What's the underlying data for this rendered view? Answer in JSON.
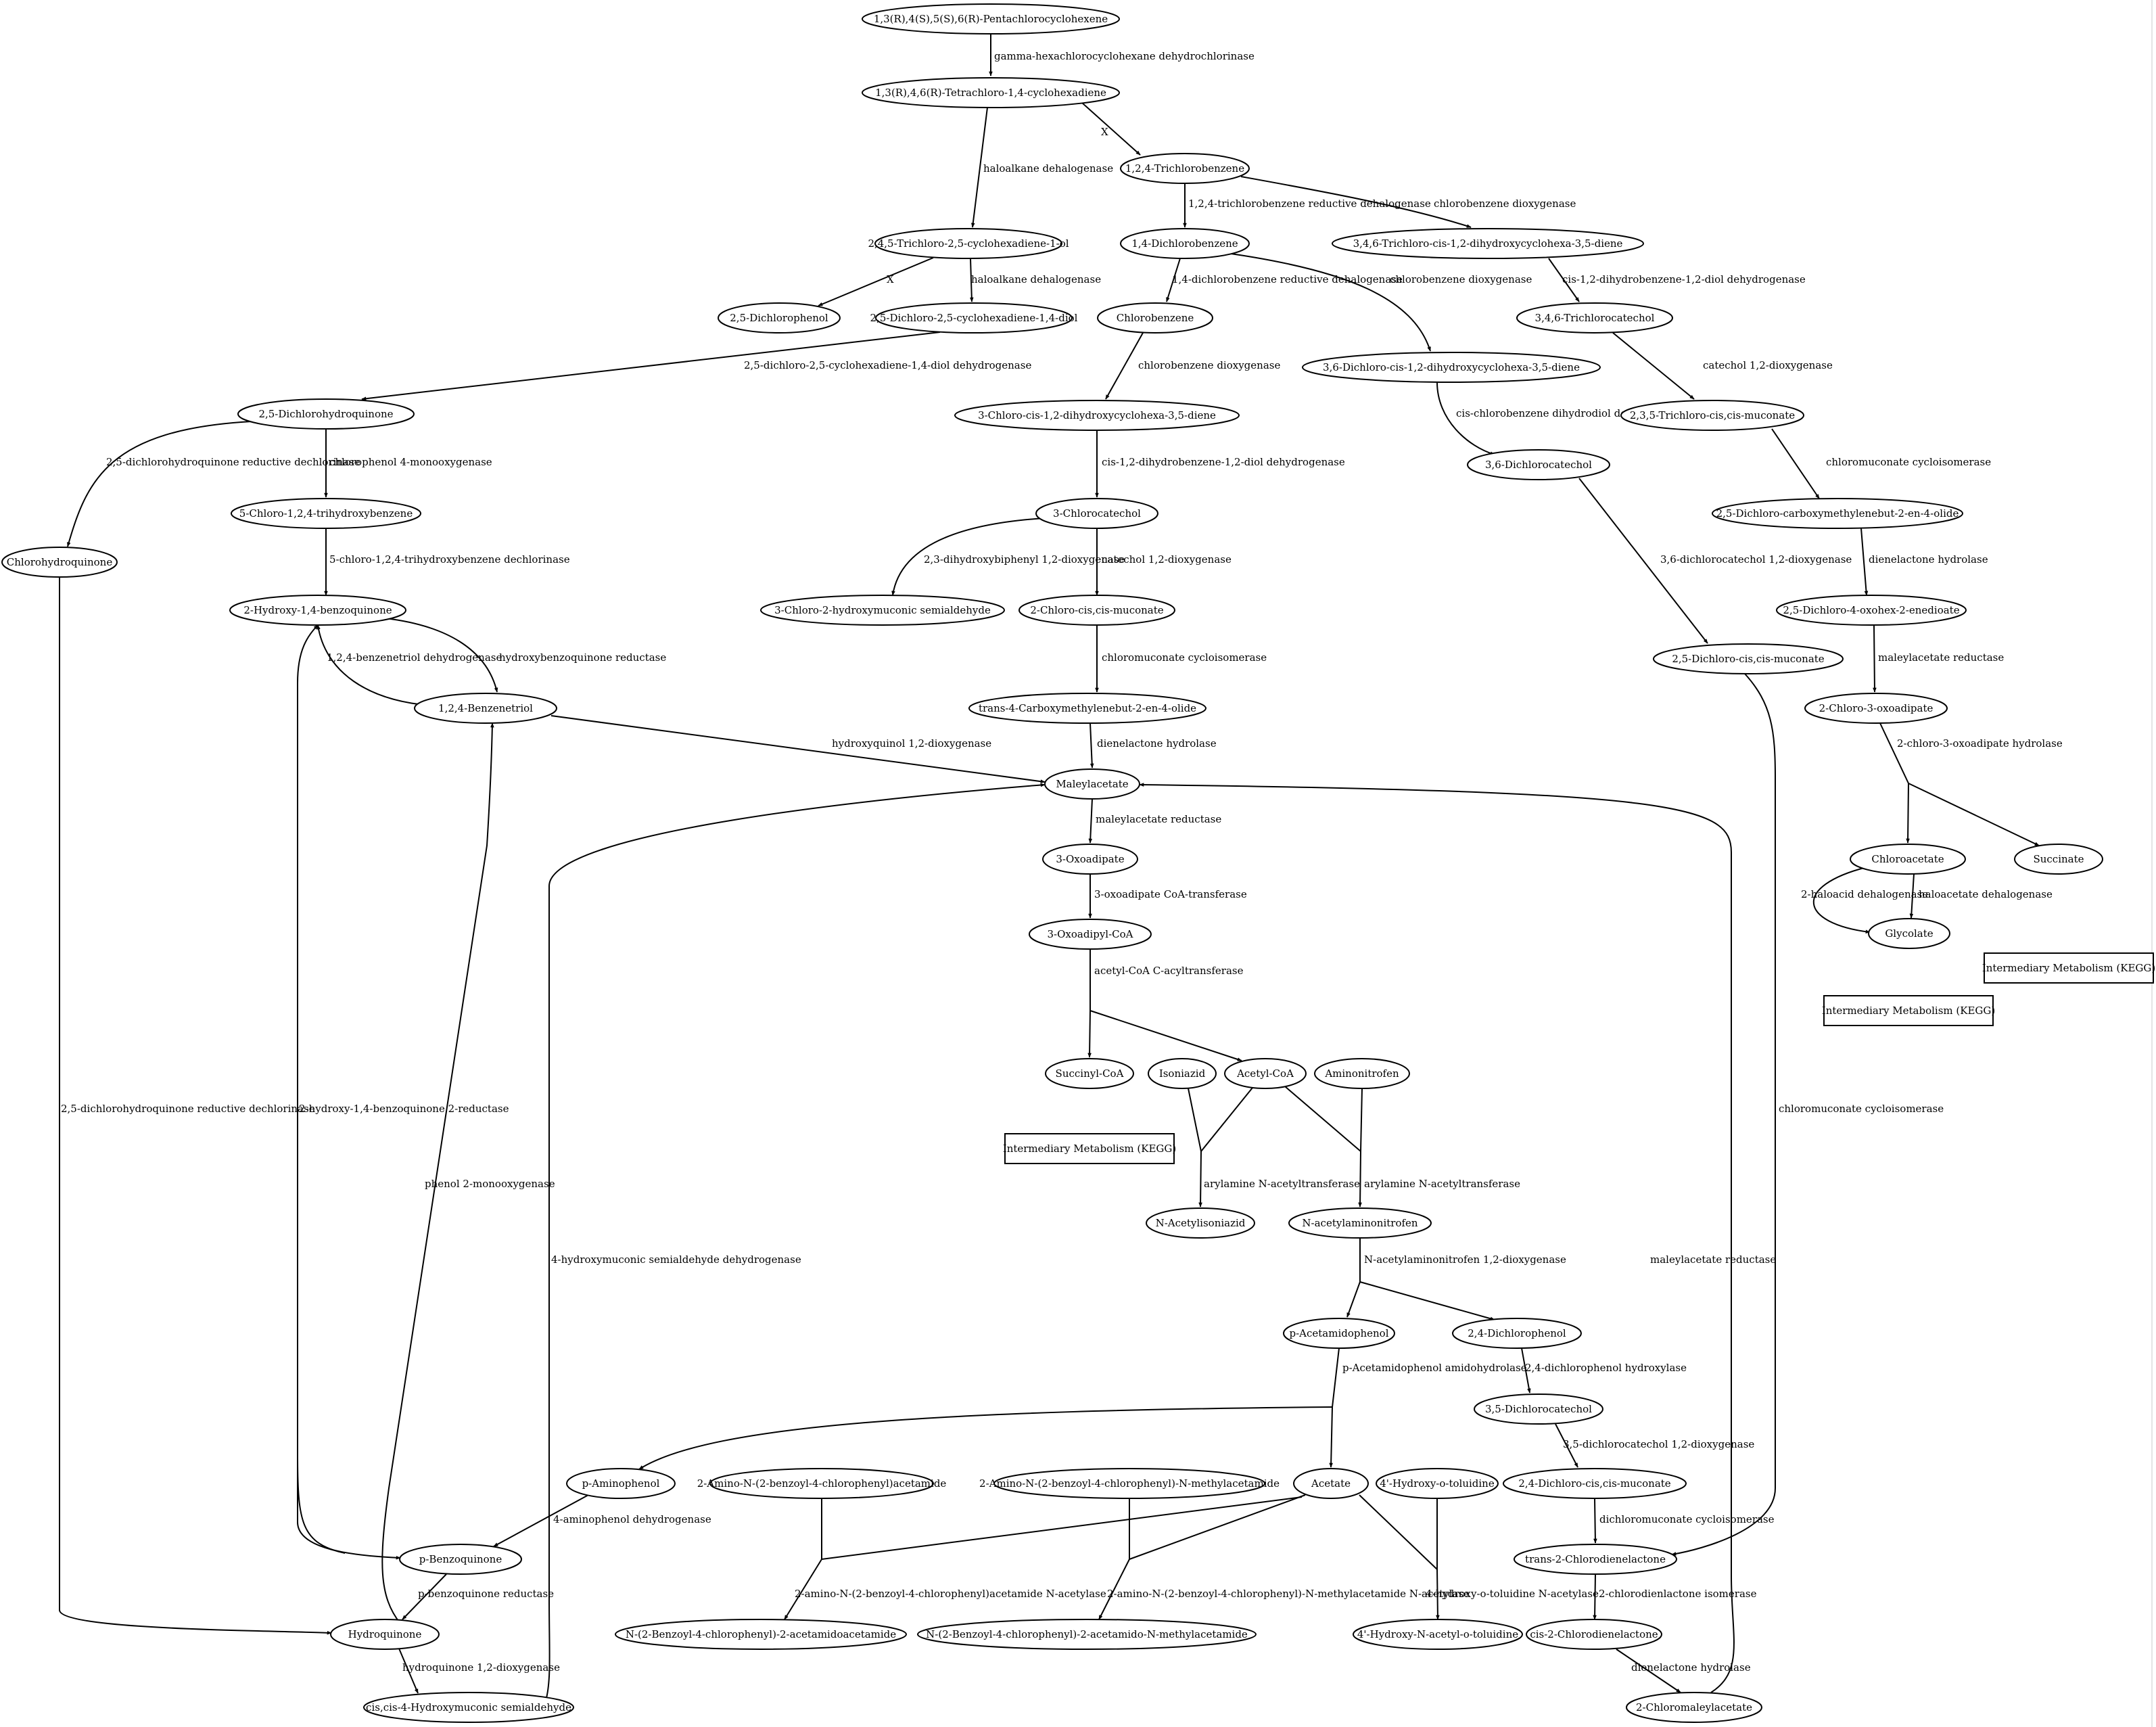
{
  "nodes": [
    {
      "id": "n1",
      "label": "1,3(R),4(S),5(S),6(R)-Pentachlorocyclohexene"
    },
    {
      "id": "n2",
      "label": "1,3(R),4,6(R)-Tetrachloro-1,4-cyclohexadiene"
    },
    {
      "id": "n3",
      "label": "1,2,4-Trichlorobenzene"
    },
    {
      "id": "n4",
      "label": "2,4,5-Trichloro-2,5-cyclohexadiene-1-ol"
    },
    {
      "id": "n5",
      "label": "1,4-Dichlorobenzene"
    },
    {
      "id": "n6",
      "label": "3,4,6-Trichloro-cis-1,2-dihydroxycyclohexa-3,5-diene"
    },
    {
      "id": "n7",
      "label": "2,5-Dichlorophenol"
    },
    {
      "id": "n8",
      "label": "2,5-Dichloro-2,5-cyclohexadiene-1,4-diol"
    },
    {
      "id": "n9",
      "label": "Chlorobenzene"
    },
    {
      "id": "n10",
      "label": "3,4,6-Trichlorocatechol"
    },
    {
      "id": "n11",
      "label": "3,6-Dichloro-cis-1,2-dihydroxycyclohexa-3,5-diene"
    },
    {
      "id": "n12",
      "label": "2,5-Dichlorohydroquinone"
    },
    {
      "id": "n13",
      "label": "3-Chloro-cis-1,2-dihydroxycyclohexa-3,5-diene"
    },
    {
      "id": "n14",
      "label": "2,3,5-Trichloro-cis,cis-muconate"
    },
    {
      "id": "n15",
      "label": "3,6-Dichlorocatechol"
    },
    {
      "id": "n16",
      "label": "5-Chloro-1,2,4-trihydroxybenzene"
    },
    {
      "id": "n17",
      "label": "3-Chlorocatechol"
    },
    {
      "id": "n18",
      "label": "2,5-Dichloro-carboxymethylenebut-2-en-4-olide"
    },
    {
      "id": "n19",
      "label": "Chlorohydroquinone"
    },
    {
      "id": "n20",
      "label": "2-Hydroxy-1,4-benzoquinone"
    },
    {
      "id": "n21",
      "label": "3-Chloro-2-hydroxymuconic semialdehyde"
    },
    {
      "id": "n22",
      "label": "2-Chloro-cis,cis-muconate"
    },
    {
      "id": "n23",
      "label": "2,5-Dichloro-4-oxohex-2-enedioate"
    },
    {
      "id": "n24",
      "label": "2,5-Dichloro-cis,cis-muconate"
    },
    {
      "id": "n25",
      "label": "1,2,4-Benzenetriol"
    },
    {
      "id": "n26",
      "label": "trans-4-Carboxymethylenebut-2-en-4-olide"
    },
    {
      "id": "n27",
      "label": "2-Chloro-3-oxoadipate"
    },
    {
      "id": "n28",
      "label": "Maleylacetate"
    },
    {
      "id": "n29",
      "label": "3-Oxoadipate"
    },
    {
      "id": "n30",
      "label": "Chloroacetate"
    },
    {
      "id": "n31",
      "label": "Succinate"
    },
    {
      "id": "n32",
      "label": "3-Oxoadipyl-CoA"
    },
    {
      "id": "n33",
      "label": "Glycolate"
    },
    {
      "id": "n34",
      "label": "Intermediary Metabolism (KEGG)"
    },
    {
      "id": "n35",
      "label": "Intermediary Metabolism (KEGG)"
    },
    {
      "id": "n36",
      "label": "Succinyl-CoA"
    },
    {
      "id": "n37",
      "label": "Isoniazid"
    },
    {
      "id": "n38",
      "label": "Acetyl-CoA"
    },
    {
      "id": "n39",
      "label": "Aminonitrofen"
    },
    {
      "id": "n40",
      "label": "Intermediary Metabolism (KEGG)"
    },
    {
      "id": "n41",
      "label": "N-Acetylisoniazid"
    },
    {
      "id": "n42",
      "label": "N-acetylaminonitrofen"
    },
    {
      "id": "n43",
      "label": "p-Acetamidophenol"
    },
    {
      "id": "n44",
      "label": "2,4-Dichlorophenol"
    },
    {
      "id": "n45",
      "label": "3,5-Dichlorocatechol"
    },
    {
      "id": "n46",
      "label": "p-Aminophenol"
    },
    {
      "id": "n47",
      "label": "2-Amino-N-(2-benzoyl-4-chlorophenyl)acetamide"
    },
    {
      "id": "n48",
      "label": "2-Amino-N-(2-benzoyl-4-chlorophenyl)-N-methylacetamide"
    },
    {
      "id": "n49",
      "label": "Acetate"
    },
    {
      "id": "n50",
      "label": "4'-Hydroxy-o-toluidine"
    },
    {
      "id": "n51",
      "label": "2,4-Dichloro-cis,cis-muconate"
    },
    {
      "id": "n52",
      "label": "p-Benzoquinone"
    },
    {
      "id": "n53",
      "label": "trans-2-Chlorodienelactone"
    },
    {
      "id": "n54",
      "label": "Hydroquinone"
    },
    {
      "id": "n55",
      "label": "N-(2-Benzoyl-4-chlorophenyl)-2-acetamidoacetamide"
    },
    {
      "id": "n56",
      "label": "N-(2-Benzoyl-4-chlorophenyl)-2-acetamido-N-methylacetamide"
    },
    {
      "id": "n57",
      "label": "4'-Hydroxy-N-acetyl-o-toluidine"
    },
    {
      "id": "n58",
      "label": "cis-2-Chlorodienelactone"
    },
    {
      "id": "n59",
      "label": "cis,cis-4-Hydroxymuconic semialdehyde"
    },
    {
      "id": "n60",
      "label": "2-Chloromaleylacetate"
    }
  ],
  "edge_labels": [
    {
      "id": "e1",
      "label": "gamma-hexachlorocyclohexane dehydrochlorinase"
    },
    {
      "id": "e2",
      "label": "X"
    },
    {
      "id": "e3",
      "label": "haloalkane dehalogenase"
    },
    {
      "id": "e4",
      "label": "1,2,4-trichlorobenzene reductive dehalogenase"
    },
    {
      "id": "e5",
      "label": "chlorobenzene dioxygenase"
    },
    {
      "id": "e6",
      "label": "X"
    },
    {
      "id": "e7",
      "label": "haloalkane dehalogenase"
    },
    {
      "id": "e8",
      "label": "1,4-dichlorobenzene reductive dehalogenase"
    },
    {
      "id": "e9",
      "label": "chlorobenzene dioxygenase"
    },
    {
      "id": "e10",
      "label": "cis-1,2-dihydrobenzene-1,2-diol dehydrogenase"
    },
    {
      "id": "e11",
      "label": "2,5-dichloro-2,5-cyclohexadiene-1,4-diol dehydrogenase"
    },
    {
      "id": "e12",
      "label": "chlorobenzene dioxygenase"
    },
    {
      "id": "e13",
      "label": "catechol 1,2-dioxygenase"
    },
    {
      "id": "e14",
      "label": "cis-chlorobenzene dihydrodiol dehydrogenase"
    },
    {
      "id": "e15",
      "label": "2,5-dichlorohydroquinone reductive dechlorinase"
    },
    {
      "id": "e16",
      "label": "chlorophenol 4-monooxygenase"
    },
    {
      "id": "e17",
      "label": "cis-1,2-dihydrobenzene-1,2-diol dehydrogenase"
    },
    {
      "id": "e18",
      "label": "chloromuconate cycloisomerase"
    },
    {
      "id": "e19",
      "label": "5-chloro-1,2,4-trihydroxybenzene dechlorinase"
    },
    {
      "id": "e20",
      "label": "2,3-dihydroxybiphenyl 1,2-dioxygenase"
    },
    {
      "id": "e21",
      "label": "catechol 1,2-dioxygenase"
    },
    {
      "id": "e22",
      "label": "dienelactone hydrolase"
    },
    {
      "id": "e23",
      "label": "3,6-dichlorocatechol 1,2-dioxygenase"
    },
    {
      "id": "e24",
      "label": "hydroxybenzoquinone reductase"
    },
    {
      "id": "e25",
      "label": "1,2,4-benzenetriol dehydrogenase"
    },
    {
      "id": "e26",
      "label": "chloromuconate cycloisomerase"
    },
    {
      "id": "e27",
      "label": "maleylacetate reductase"
    },
    {
      "id": "e28",
      "label": "hydroxyquinol 1,2-dioxygenase"
    },
    {
      "id": "e29",
      "label": "dienelactone hydrolase"
    },
    {
      "id": "e30",
      "label": "2-chloro-3-oxoadipate hydrolase"
    },
    {
      "id": "e31",
      "label": "maleylacetate reductase"
    },
    {
      "id": "e32",
      "label": "3-oxoadipate CoA-transferase"
    },
    {
      "id": "e33",
      "label": "2-haloacid dehalogenase"
    },
    {
      "id": "e34",
      "label": "haloacetate dehalogenase"
    },
    {
      "id": "e35",
      "label": "acetyl-CoA C-acyltransferase"
    },
    {
      "id": "e36",
      "label": "chloromuconate cycloisomerase"
    },
    {
      "id": "e37",
      "label": "2,5-dichlorohydroquinone reductive dechlorinase"
    },
    {
      "id": "e38",
      "label": "2-hydroxy-1,4-benzoquinone 2-reductase"
    },
    {
      "id": "e39",
      "label": "arylamine N-acetyltransferase"
    },
    {
      "id": "e40",
      "label": "arylamine N-acetyltransferase"
    },
    {
      "id": "e41",
      "label": "phenol 2-monooxygenase"
    },
    {
      "id": "e42",
      "label": "4-hydroxymuconic semialdehyde dehydrogenase"
    },
    {
      "id": "e43",
      "label": "maleylacetate reductase"
    },
    {
      "id": "e44",
      "label": "N-acetylaminonitrofen 1,2-dioxygenase"
    },
    {
      "id": "e45",
      "label": "p-Acetamidophenol amidohydrolase"
    },
    {
      "id": "e46",
      "label": "2,4-dichlorophenol hydroxylase"
    },
    {
      "id": "e47",
      "label": "3,5-dichlorocatechol 1,2-dioxygenase"
    },
    {
      "id": "e48",
      "label": "4-aminophenol dehydrogenase"
    },
    {
      "id": "e49",
      "label": "dichloromuconate cycloisomerase"
    },
    {
      "id": "e50",
      "label": "p-benzoquinone reductase"
    },
    {
      "id": "e51",
      "label": "2-amino-N-(2-benzoyl-4-chlorophenyl)acetamide N-acetylase"
    },
    {
      "id": "e52",
      "label": "2-amino-N-(2-benzoyl-4-chlorophenyl)-N-methylacetamide N-acetylase"
    },
    {
      "id": "e53",
      "label": "4-hydroxy-o-toluidine N-acetylase"
    },
    {
      "id": "e54",
      "label": "2-chlorodienlactone isomerase"
    },
    {
      "id": "e55",
      "label": "hydroquinone 1,2-dioxygenase"
    },
    {
      "id": "e56",
      "label": "dienelactone hydrolase"
    }
  ]
}
